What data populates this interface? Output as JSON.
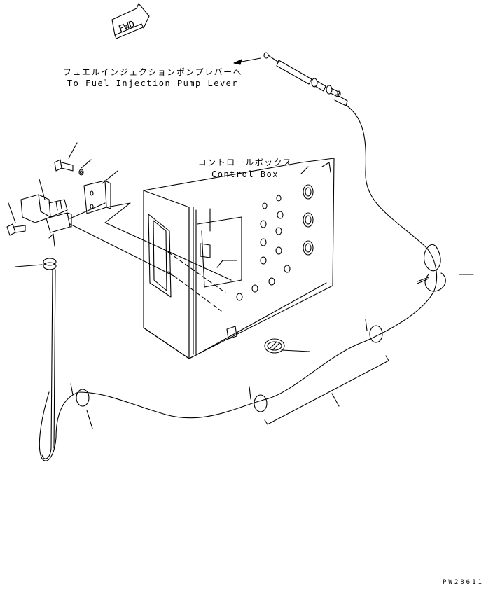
{
  "direction_arrow": {
    "label": "FWD"
  },
  "labels": {
    "fuel_pump_lever_jp": "フュエルインジェクションポンプレバーへ",
    "fuel_pump_lever_en": "To Fuel Injection Pump Lever",
    "control_box_jp": "コントロールボックス",
    "control_box_en": "Control Box"
  },
  "drawing_code": "PW28611",
  "colors": {
    "ink": "#000000",
    "paper": "#ffffff"
  }
}
